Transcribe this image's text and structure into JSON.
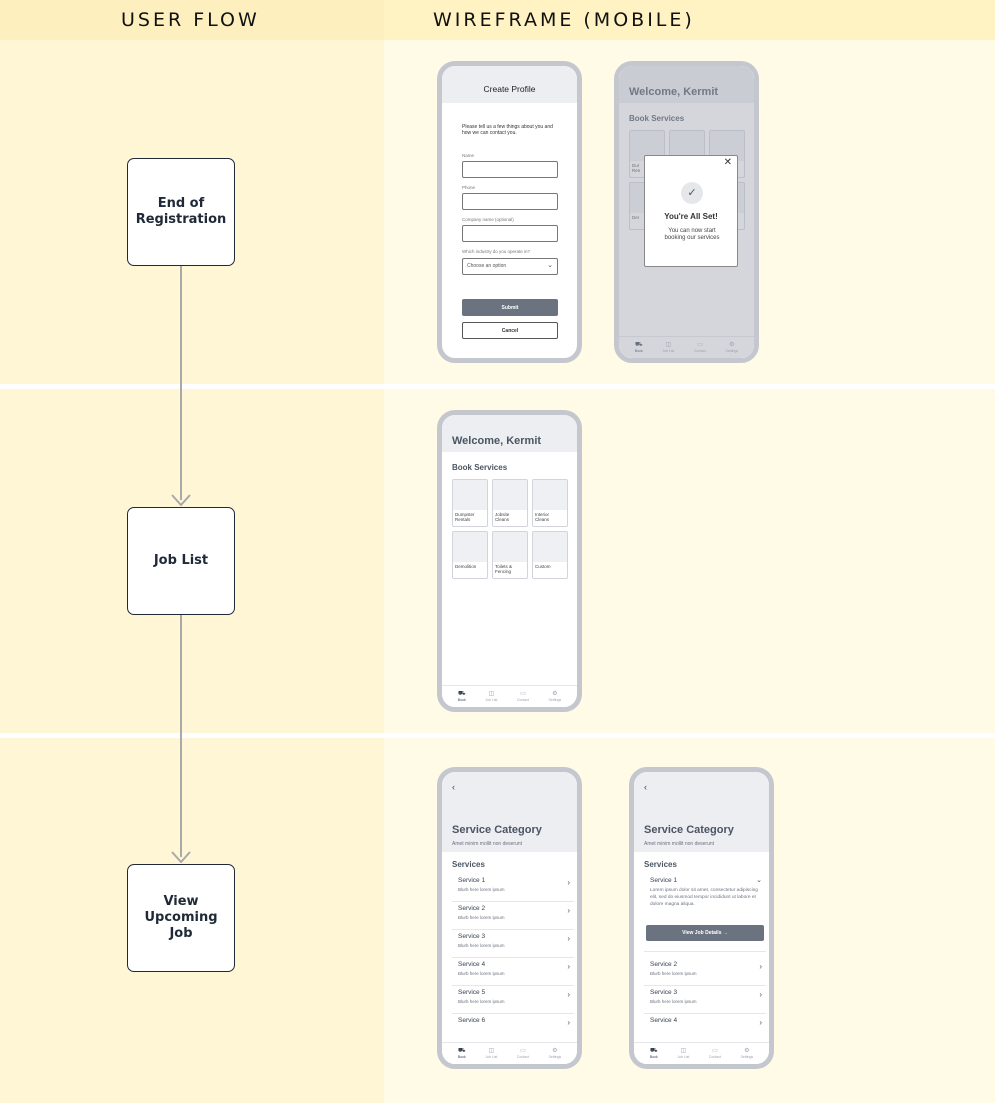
{
  "headers": {
    "left": "USER FLOW",
    "right": "WIREFRAME (MOBILE)"
  },
  "flow": [
    {
      "label": "End of\nRegistration"
    },
    {
      "label": "Job List"
    },
    {
      "label": "View\nUpcoming\nJob"
    }
  ],
  "create_profile": {
    "title": "Create Profile",
    "intro": "Please tell us a few things about you and how we can contact you.",
    "fields": [
      "Name",
      "Phone",
      "Company name (optional)"
    ],
    "industry_label": "Which industry do you operate in?",
    "industry_placeholder": "Choose an option",
    "submit": "Submit",
    "cancel": "Cancel"
  },
  "welcome": {
    "title": "Welcome, Kermit",
    "section": "Book Services",
    "tiles": [
      "Dumpster\nRentals",
      "Jobsite\nCleans",
      "Interior\nCleans",
      "Demolition",
      "Toilets &\nFencing",
      "Custom"
    ],
    "partial_tiles": [
      "Dur\nRen",
      "Der"
    ]
  },
  "modal": {
    "close": "✕",
    "check": "✓",
    "title": "You're All Set!",
    "body": "You can now start booking our services"
  },
  "nav": [
    {
      "label": "Book",
      "icon": "truck-icon",
      "glyph": "⛟"
    },
    {
      "label": "Job List",
      "icon": "briefcase-icon",
      "glyph": "◫"
    },
    {
      "label": "Contact",
      "icon": "chat-icon",
      "glyph": "▭"
    },
    {
      "label": "Settings",
      "icon": "gear-icon",
      "glyph": "⚙"
    }
  ],
  "service_category": {
    "back": "‹",
    "title": "Service Category",
    "subtitle": "Amet minim mollit non deserunt",
    "section": "Services",
    "desc": "Blurb here lorem ipsum",
    "services": [
      "Service 1",
      "Service 2",
      "Service 3",
      "Service 4",
      "Service 5",
      "Service 6"
    ],
    "expanded_text": "Lorem ipsum dolor sit amet, consectetur adipiscing elit, sed do eiusmod tempor incididunt ut labore et dolore magna aliqua.",
    "view_button": "View Job Details →"
  }
}
